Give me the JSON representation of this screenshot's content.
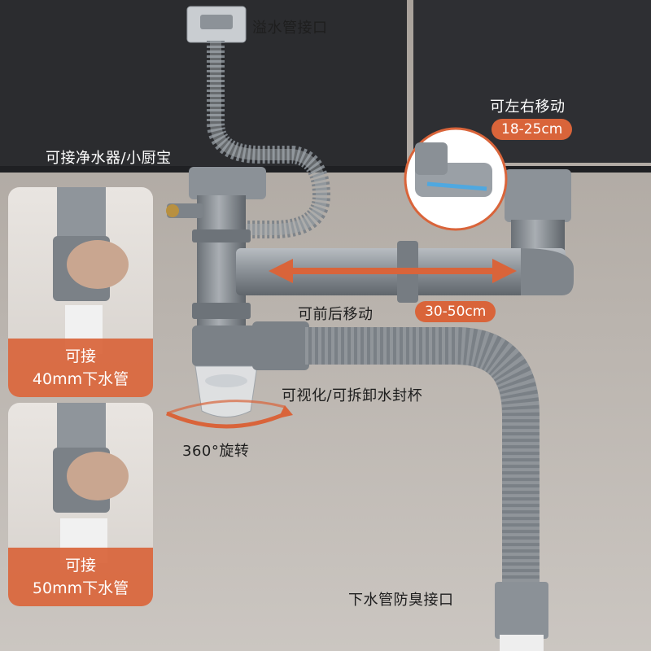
{
  "labels": {
    "overflow": "溢水管接口",
    "water_purifier": "可接净水器/小厨宝",
    "move_left_right": "可左右移动",
    "range_lr": "18-25cm",
    "move_front_back": "可前后移动",
    "range_fb": "30-50cm",
    "visual_cup": "可视化/可拆卸水封杯",
    "rotate": "360°旋转",
    "drain_interface": "下水管防臭接口"
  },
  "cards": [
    {
      "line1": "可接",
      "line2": "40mm下水管"
    },
    {
      "line1": "可接",
      "line2": "50mm下水管"
    }
  ],
  "colors": {
    "accent": "#d9643a",
    "cabinet": "#2b2c2f",
    "wall": "#b9b3ad",
    "pipe": "#8f959b"
  }
}
